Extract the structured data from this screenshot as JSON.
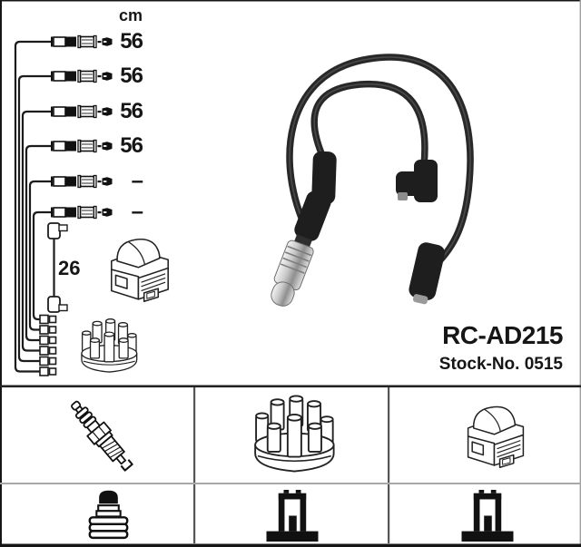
{
  "product": {
    "code": "RC-AD215",
    "stock_label": "Stock-No. 0515"
  },
  "schematic": {
    "unit_header": "cm",
    "cable_lengths": [
      "56",
      "56",
      "56",
      "56",
      "–",
      "–"
    ],
    "coil_wire_length": "26",
    "drawings": [
      "ignition-coil-icon",
      "distributor-cap-icon",
      "harness-connector-stack"
    ]
  },
  "photo": {
    "subject": "two looped ignition cables",
    "parts": [
      "straight-boot",
      "angled-boot",
      "chrome-plug-connector",
      "elbow-boot"
    ]
  },
  "legend_table": {
    "row1_icons": [
      "spark-plug-icon",
      "distributor-cap-icon",
      "ignition-coil-icon"
    ],
    "row2_icons": [
      "plug-terminal-icon",
      "din-connector-icon",
      "din-connector-icon"
    ]
  },
  "colors": {
    "line_art": "#1c1c1c",
    "cable": "#282828",
    "boot": "#1e1e1e",
    "grid_dark": "#222222",
    "grid_mid": "#555555",
    "grid_light": "#a8a8a8",
    "chrome_mid": "#c9c9c9"
  }
}
